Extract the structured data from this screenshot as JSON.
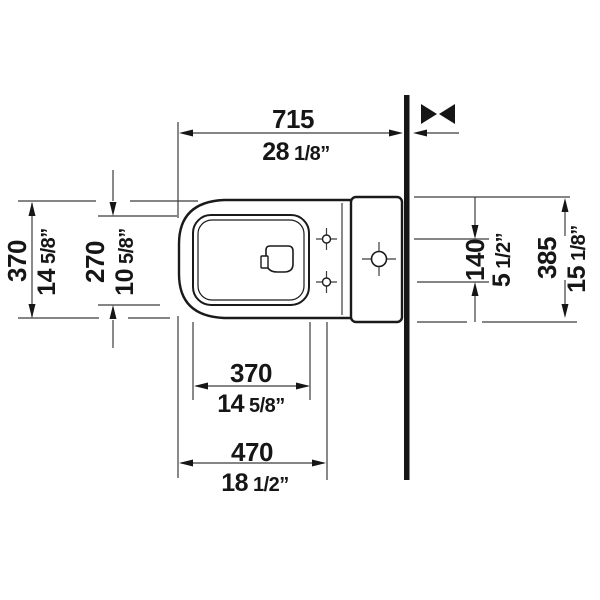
{
  "drawing": {
    "title": "toilet-plan-view-dimension-drawing",
    "line_color": "#1a1a1a",
    "dim_line_color": "#3c3c3c",
    "background": "#ffffff",
    "dims": {
      "top": {
        "metric": "715",
        "imp_int": "28",
        "imp_frac": "1/8”"
      },
      "left_outer": {
        "metric": "370",
        "imp_int": "14",
        "imp_frac": "5/8”"
      },
      "left_inner": {
        "metric": "270",
        "imp_int": "10",
        "imp_frac": "5/8”"
      },
      "right_inner": {
        "metric": "140",
        "imp_int": "5",
        "imp_frac": "1/2”"
      },
      "right_outer": {
        "metric": "385",
        "imp_int": "15",
        "imp_frac": "1/8”"
      },
      "bottom_inner": {
        "metric": "370",
        "imp_int": "14",
        "imp_frac": "5/8”"
      },
      "bottom_outer": {
        "metric": "470",
        "imp_int": "18",
        "imp_frac": "1/2”"
      }
    }
  }
}
